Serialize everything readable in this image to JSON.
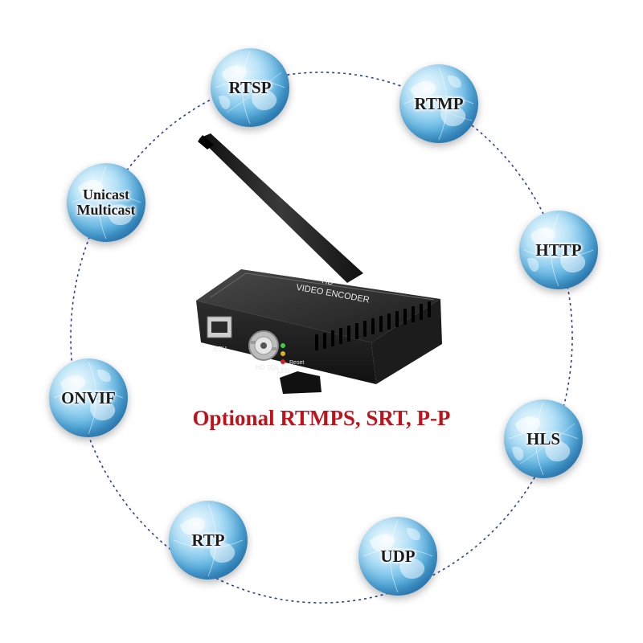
{
  "protocols": [
    {
      "label": "RTSP"
    },
    {
      "label": "RTMP"
    },
    {
      "label": "Unicast\nMulticast"
    },
    {
      "label": "HTTP"
    },
    {
      "label": "ONVIF"
    },
    {
      "label": "HLS"
    },
    {
      "label": "RTP"
    },
    {
      "label": "UDP"
    }
  ],
  "caption": "Optional RTMPS, SRT, P-P",
  "device": {
    "title_line1": "HD",
    "title_line2": "VIDEO ENCODER",
    "port_eth": "ETH",
    "port_sdi": "HD SDI",
    "port_led": "LED",
    "port_reset": "Reset"
  },
  "colors": {
    "caption": "#c0121b",
    "ring": "#2a3f9e",
    "globe": "#3b9ad6"
  }
}
